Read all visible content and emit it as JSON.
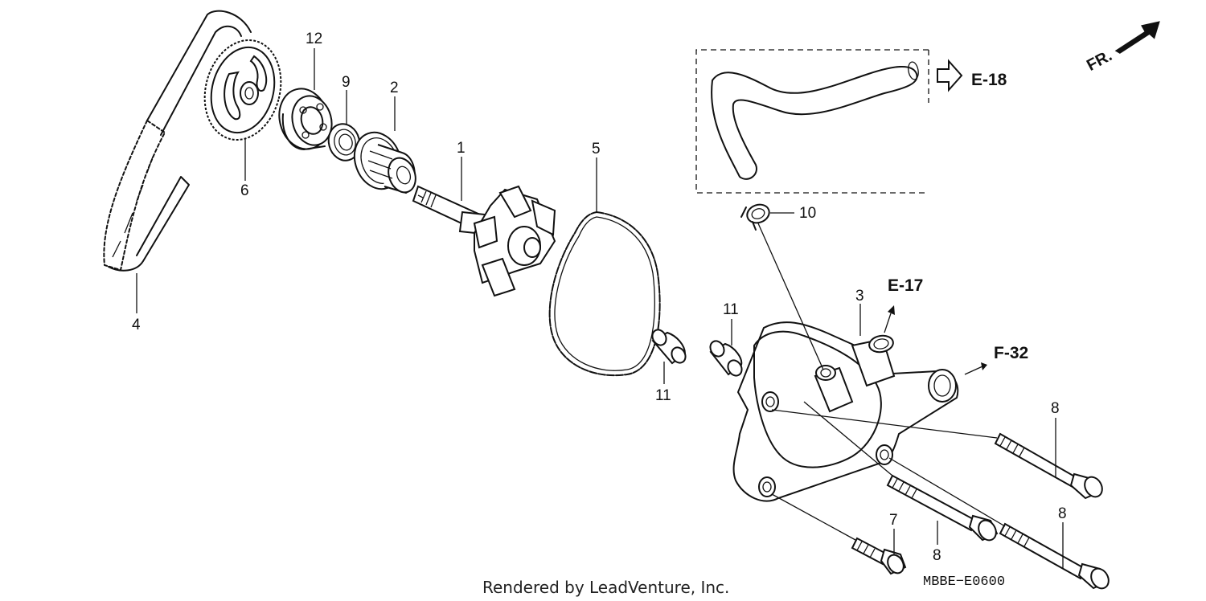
{
  "callouts": {
    "c1": "1",
    "c2": "2",
    "c3": "3",
    "c4": "4",
    "c5": "5",
    "c6": "6",
    "c7": "7",
    "c8a": "8",
    "c8b": "8",
    "c8c": "8",
    "c9": "9",
    "c10": "10",
    "c11a": "11",
    "c11b": "11",
    "c12": "12"
  },
  "references": {
    "e18": "E-18",
    "e17": "E-17",
    "f32": "F-32"
  },
  "direction_label": "FR.",
  "footer": {
    "credit": "Rendered by LeadVenture, Inc.",
    "diagram_code": "MBBE−E0600"
  }
}
